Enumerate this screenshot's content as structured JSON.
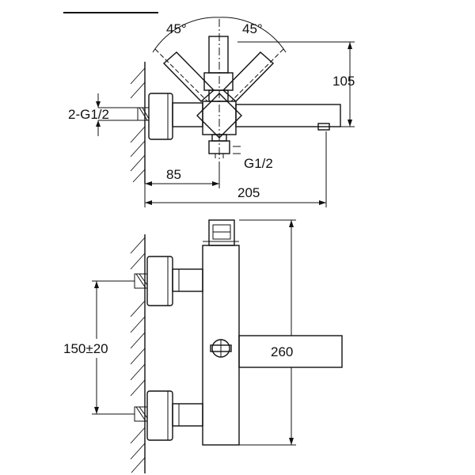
{
  "drawing": {
    "top_view": {
      "angle_left": "45°",
      "angle_right": "45°",
      "height_dim": "105",
      "inlet_label": "2-G1/2",
      "outlet_label": "G1/2",
      "dim_85": "85",
      "dim_205": "205"
    },
    "front_view": {
      "spacing_dim": "150±20",
      "length_dim": "260"
    }
  }
}
